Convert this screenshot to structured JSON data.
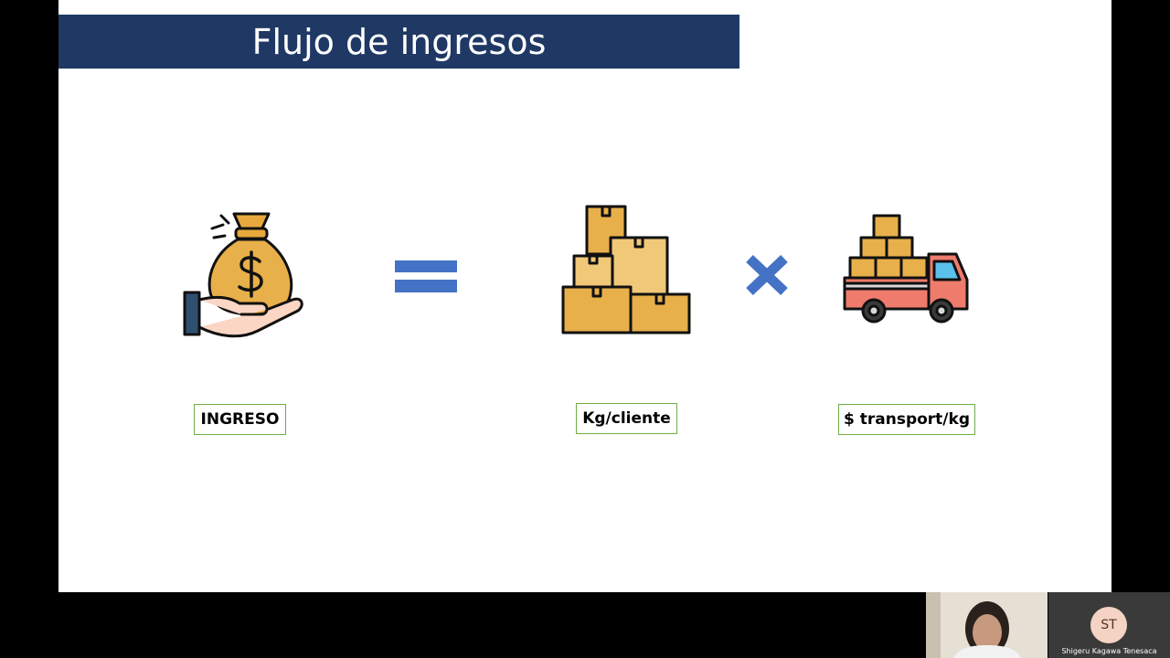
{
  "slide": {
    "title": "Flujo de ingresos",
    "labels": {
      "income": "INGRESO",
      "kg_per_client": "Kg/cliente",
      "transport_per_kg": "$ transport/kg"
    },
    "icons": {
      "income": "money-bag-hand-icon",
      "equals": "equals-icon",
      "boxes": "boxes-icon",
      "multiply": "multiply-icon",
      "truck": "delivery-truck-icon"
    },
    "colors": {
      "title_bar": "#1f3864",
      "operator": "#4472c4",
      "label_border": "#70ad47"
    }
  },
  "meeting": {
    "participant_initials": "ST",
    "participant_name": "Shigeru Kagawa Tenesaca"
  }
}
